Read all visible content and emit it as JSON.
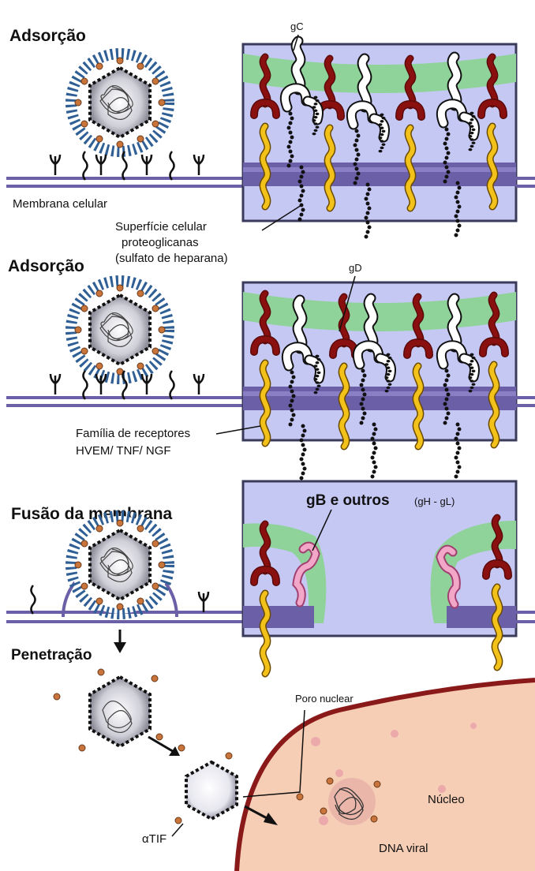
{
  "panels": [
    {
      "heading": "Adsorção",
      "protein_label": "gC",
      "membrane_label": "Membrana celular",
      "receptor_label_lines": [
        "Superfície celular",
        "proteoglicanas",
        "(sulfato de heparana)"
      ]
    },
    {
      "heading": "Adsorção",
      "protein_label": "gD",
      "receptor_label_lines": [
        "Família de receptores",
        "HVEM/ TNF/ NGF"
      ]
    },
    {
      "heading": "Fusão da membrana",
      "protein_label": "gB e outros",
      "protein_label_extra": "(gH - gL)"
    }
  ],
  "penetration": {
    "heading": "Penetração",
    "pore_label": "Poro nuclear",
    "nucleus_label": "Núcleo",
    "dna_label": "DNA viral",
    "tif_label": "αTIF"
  },
  "colors": {
    "membrane": "#6b5fa8",
    "cell_bg": "#c6c8f4",
    "green_layer": "#8fd39a",
    "dark_red": "#8a1010",
    "yellow": "#f2c21a",
    "pink": "#f2a6c8",
    "nucleus": "#f6cdb5",
    "nucleus_edge": "#8a1a1a",
    "capsule_ring": "#3d6aa0",
    "tegument_dot": "#c9743a"
  }
}
